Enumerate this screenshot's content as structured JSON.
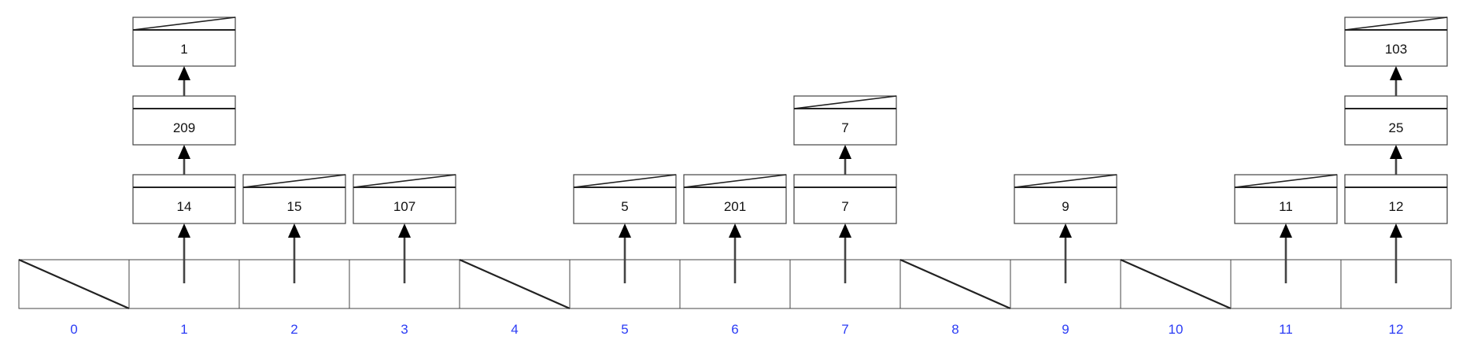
{
  "buckets": [
    {
      "index": "0",
      "nodes": []
    },
    {
      "index": "1",
      "nodes": [
        "14",
        "209",
        "1"
      ]
    },
    {
      "index": "2",
      "nodes": [
        "15"
      ]
    },
    {
      "index": "3",
      "nodes": [
        "107"
      ]
    },
    {
      "index": "4",
      "nodes": []
    },
    {
      "index": "5",
      "nodes": [
        "5"
      ]
    },
    {
      "index": "6",
      "nodes": [
        "201"
      ]
    },
    {
      "index": "7",
      "nodes": [
        "7",
        "7"
      ]
    },
    {
      "index": "8",
      "nodes": []
    },
    {
      "index": "9",
      "nodes": [
        "9"
      ]
    },
    {
      "index": "10",
      "nodes": []
    },
    {
      "index": "11",
      "nodes": [
        "11"
      ]
    },
    {
      "index": "12",
      "nodes": [
        "12",
        "25",
        "103"
      ]
    }
  ],
  "colors": {
    "index_label": "#2b3cf5",
    "line": "#444444",
    "arrow_head": "#000000"
  }
}
